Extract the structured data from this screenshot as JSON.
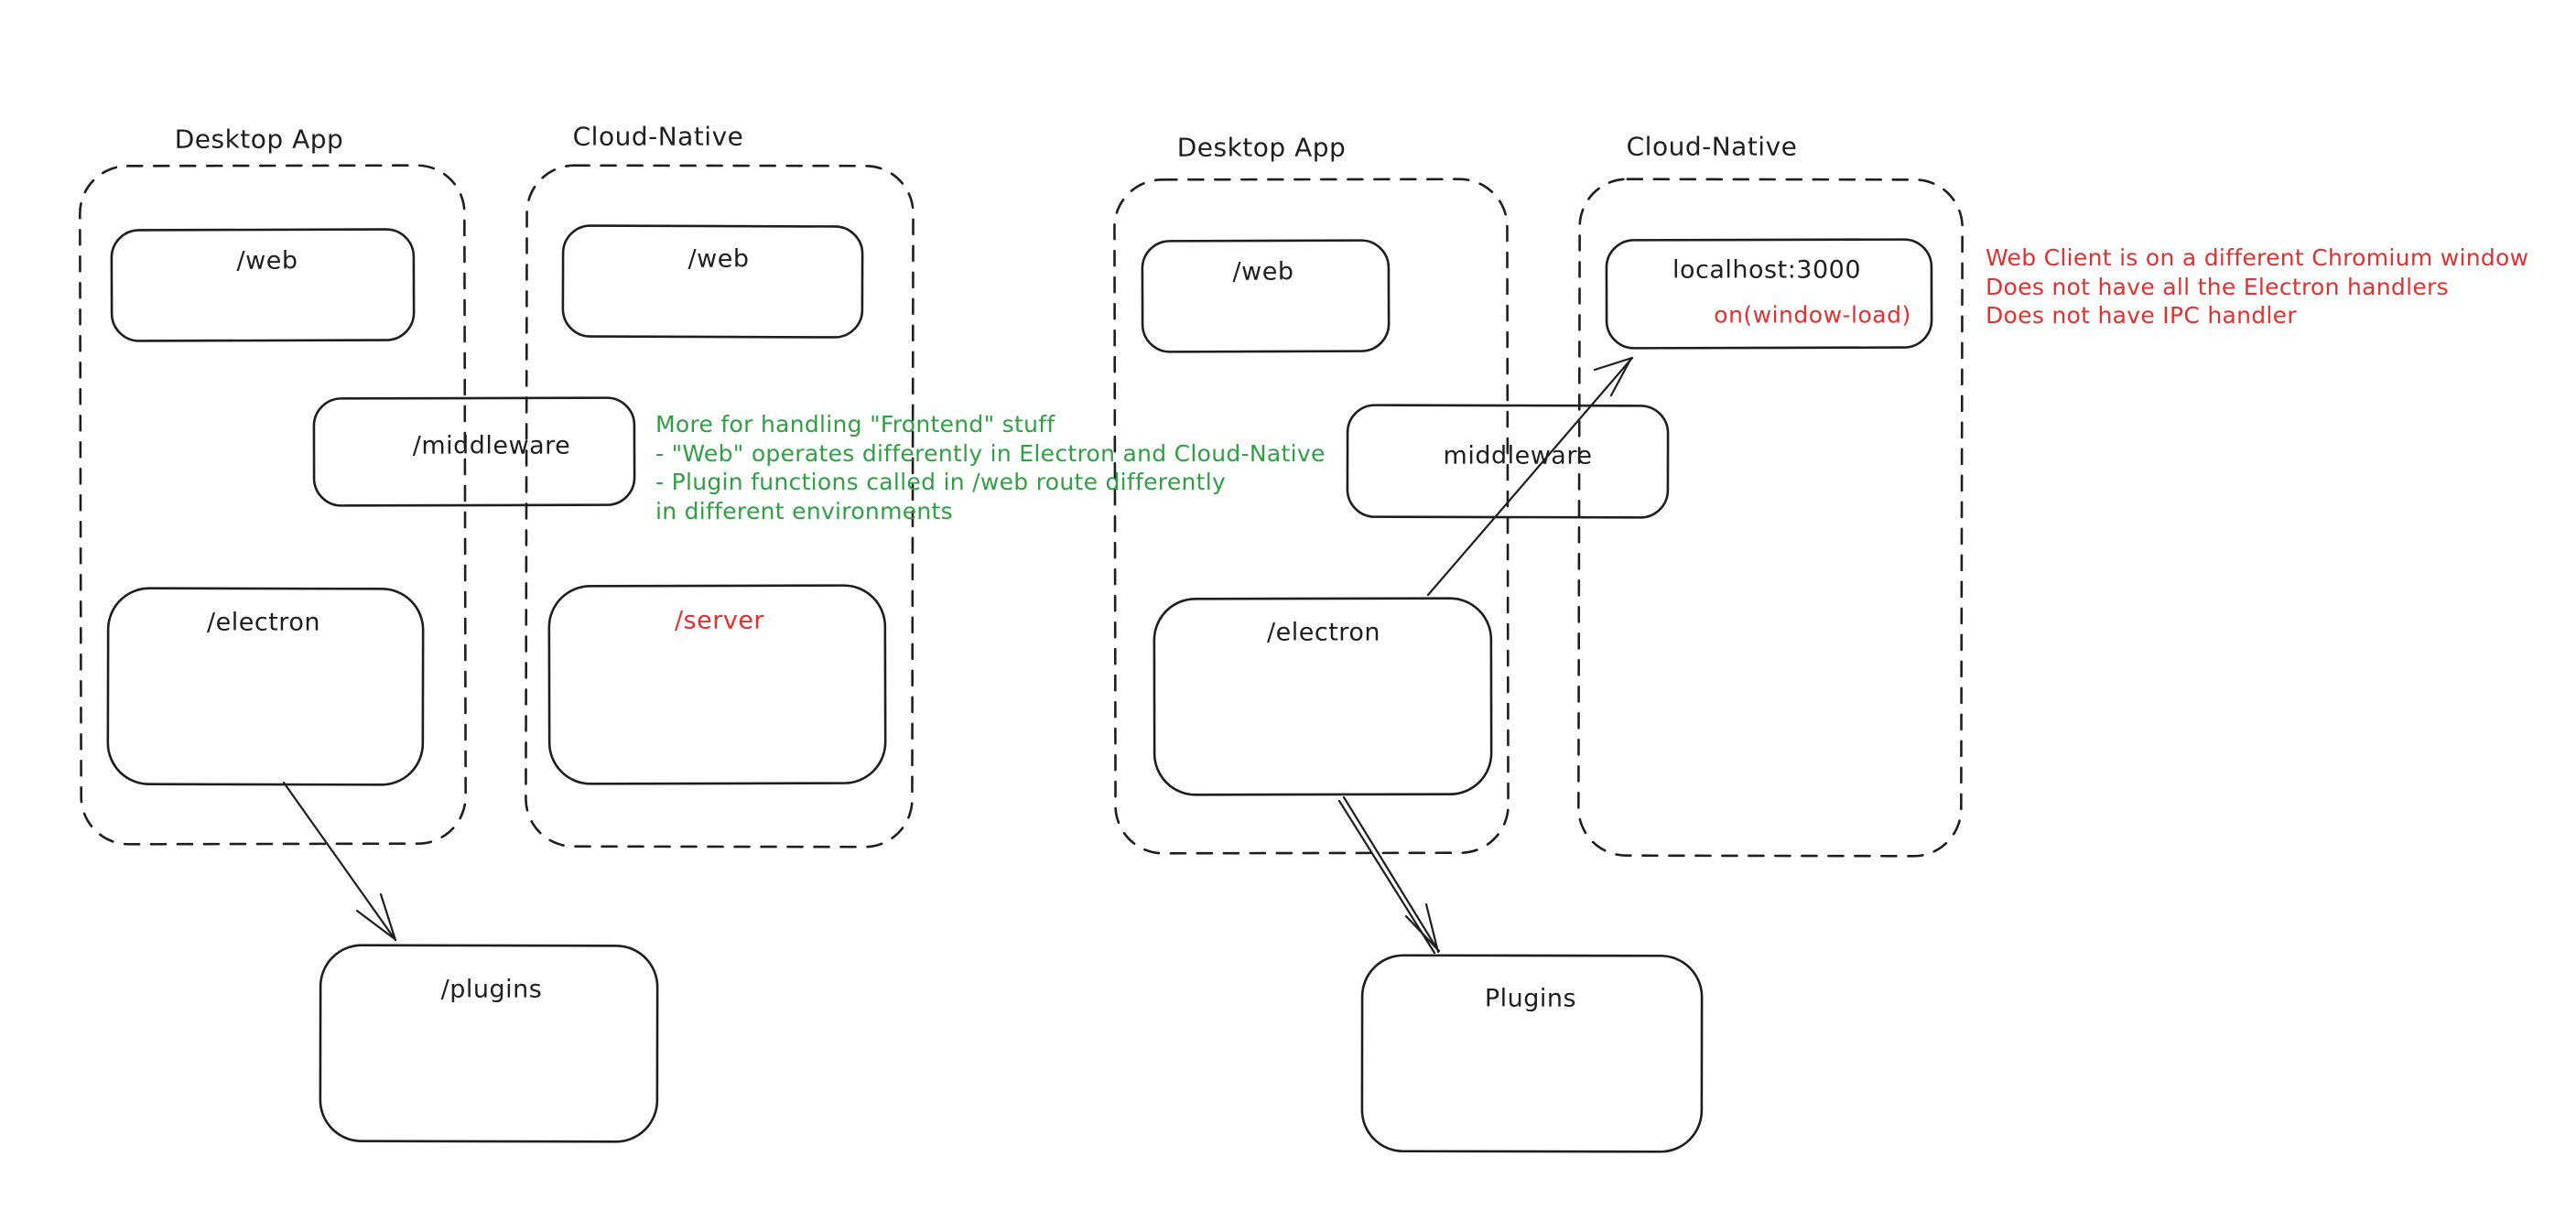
{
  "colors": {
    "ink": "#1e1e1e",
    "green": "#2f9e44",
    "red": "#e03131",
    "background": "#ffffff"
  },
  "left_diagram": {
    "desktop_group_label": "Desktop App",
    "cloud_group_label": "Cloud-Native",
    "web_desktop_label": "/web",
    "web_cloud_label": "/web",
    "middleware_label": "/middleware",
    "electron_label": "/electron",
    "server_label": "/server",
    "plugins_label": "/plugins"
  },
  "right_diagram": {
    "desktop_group_label": "Desktop App",
    "cloud_group_label": "Cloud-Native",
    "web_label": "/web",
    "middleware_label": "middleware",
    "electron_label": "/electron",
    "plugins_label": "Plugins",
    "localhost_label": "localhost:3000",
    "window_load_label": "on(window-load)"
  },
  "notes": {
    "green": [
      "More for handling \"Frontend\" stuff",
      "- \"Web\" operates differently in Electron and Cloud-Native",
      "- Plugin functions called in /web route differently",
      "in different environments"
    ],
    "red": [
      "Web Client is on a different Chromium window",
      "Does not have all the Electron handlers",
      "Does not have IPC handler"
    ]
  }
}
